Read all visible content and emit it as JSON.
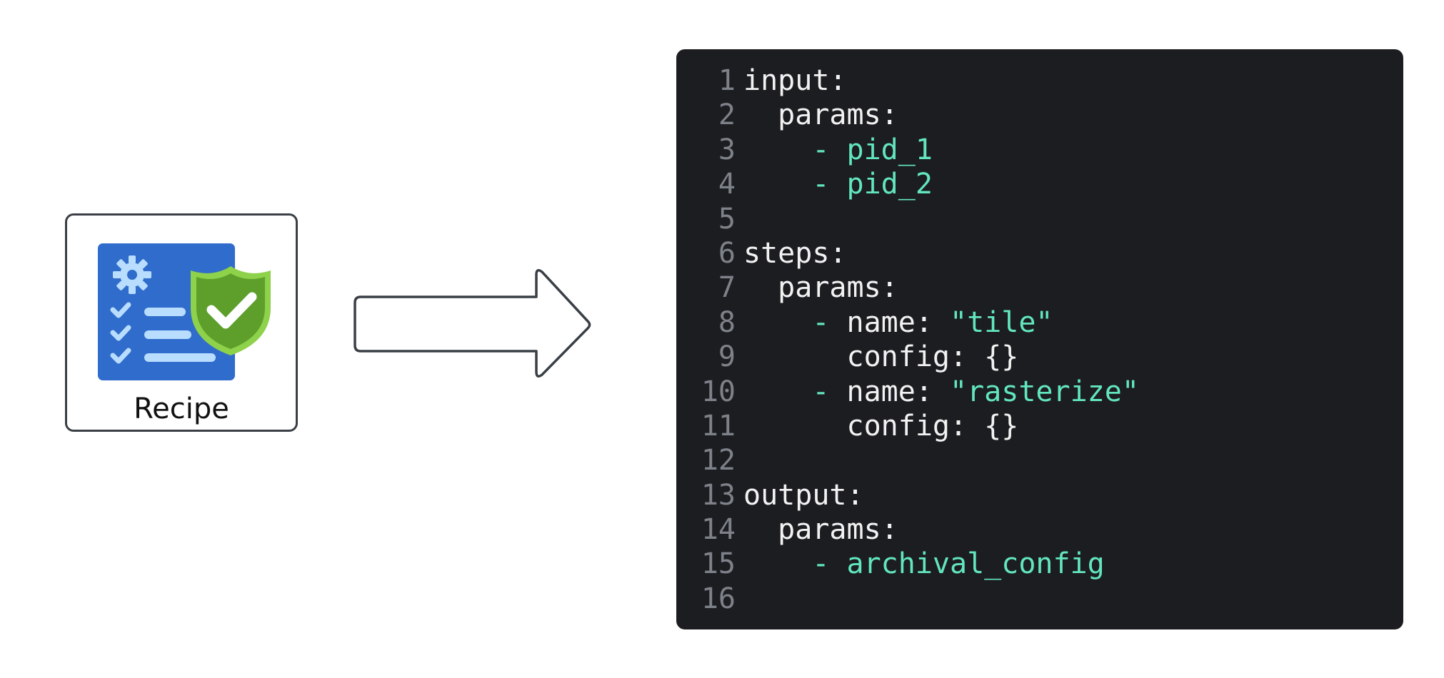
{
  "recipe": {
    "label": "Recipe",
    "icon": "recipe-checklist-icon",
    "colors": {
      "document": "#2f6ccb",
      "document_lines": "#b9ddff",
      "shield": "#5e9f2b",
      "shield_border": "#8ed14a",
      "card_border": "#3a3f46"
    }
  },
  "arrow": {
    "icon": "right-arrow-icon",
    "stroke": "#3a3f46"
  },
  "code": {
    "background": "#1c1d20",
    "line_number_color": "#7d8189",
    "text_color": "#f2f2f2",
    "accent_color": "#62e6bd",
    "lines": [
      {
        "number": "1",
        "segments": [
          {
            "text": "input:",
            "style": "plain"
          }
        ]
      },
      {
        "number": "2",
        "segments": [
          {
            "text": "  params:",
            "style": "plain"
          }
        ]
      },
      {
        "number": "3",
        "segments": [
          {
            "text": "    - pid_1",
            "style": "accent"
          }
        ]
      },
      {
        "number": "4",
        "segments": [
          {
            "text": "    - pid_2",
            "style": "accent"
          }
        ]
      },
      {
        "number": "5",
        "segments": []
      },
      {
        "number": "6",
        "segments": [
          {
            "text": "steps:",
            "style": "plain"
          }
        ]
      },
      {
        "number": "7",
        "segments": [
          {
            "text": "  params:",
            "style": "plain"
          }
        ]
      },
      {
        "number": "8",
        "segments": [
          {
            "text": "    - ",
            "style": "accent"
          },
          {
            "text": "name: ",
            "style": "plain"
          },
          {
            "text": "\"tile\"",
            "style": "accent"
          }
        ]
      },
      {
        "number": "9",
        "segments": [
          {
            "text": "      config: {}",
            "style": "plain"
          }
        ]
      },
      {
        "number": "10",
        "segments": [
          {
            "text": "    - ",
            "style": "accent"
          },
          {
            "text": "name: ",
            "style": "plain"
          },
          {
            "text": "\"rasterize\"",
            "style": "accent"
          }
        ]
      },
      {
        "number": "11",
        "segments": [
          {
            "text": "      config: {}",
            "style": "plain"
          }
        ]
      },
      {
        "number": "12",
        "segments": []
      },
      {
        "number": "13",
        "segments": [
          {
            "text": "output:",
            "style": "plain"
          }
        ]
      },
      {
        "number": "14",
        "segments": [
          {
            "text": "  params:",
            "style": "plain"
          }
        ]
      },
      {
        "number": "15",
        "segments": [
          {
            "text": "    - archival_config",
            "style": "accent"
          }
        ]
      },
      {
        "number": "16",
        "segments": []
      }
    ]
  }
}
